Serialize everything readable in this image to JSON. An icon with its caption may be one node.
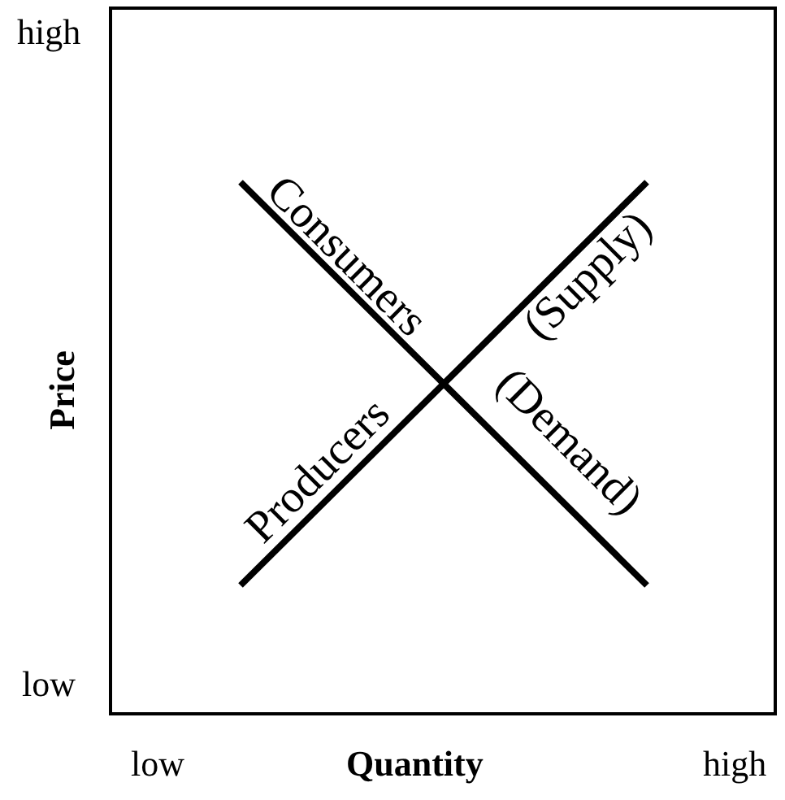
{
  "diagram": {
    "labels": [
      "high",
      "Consumers",
      "(Supply)",
      "Price",
      "Producers",
      "(Demand)",
      "low",
      "low",
      "Quantity",
      "high"
    ]
  }
}
